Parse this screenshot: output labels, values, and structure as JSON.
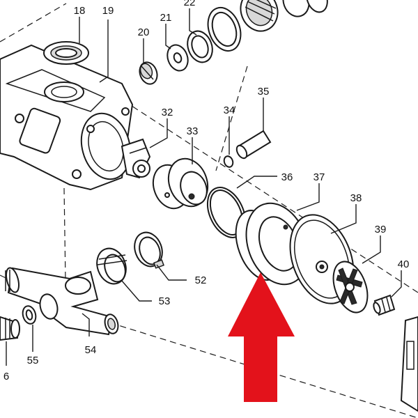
{
  "callouts": [
    "18",
    "19",
    "20",
    "21",
    "22",
    "32",
    "33",
    "34",
    "35",
    "36",
    "37",
    "38",
    "39",
    "40",
    "52",
    "53",
    "54",
    "55",
    "6"
  ],
  "arrow_color": "#e3121b"
}
